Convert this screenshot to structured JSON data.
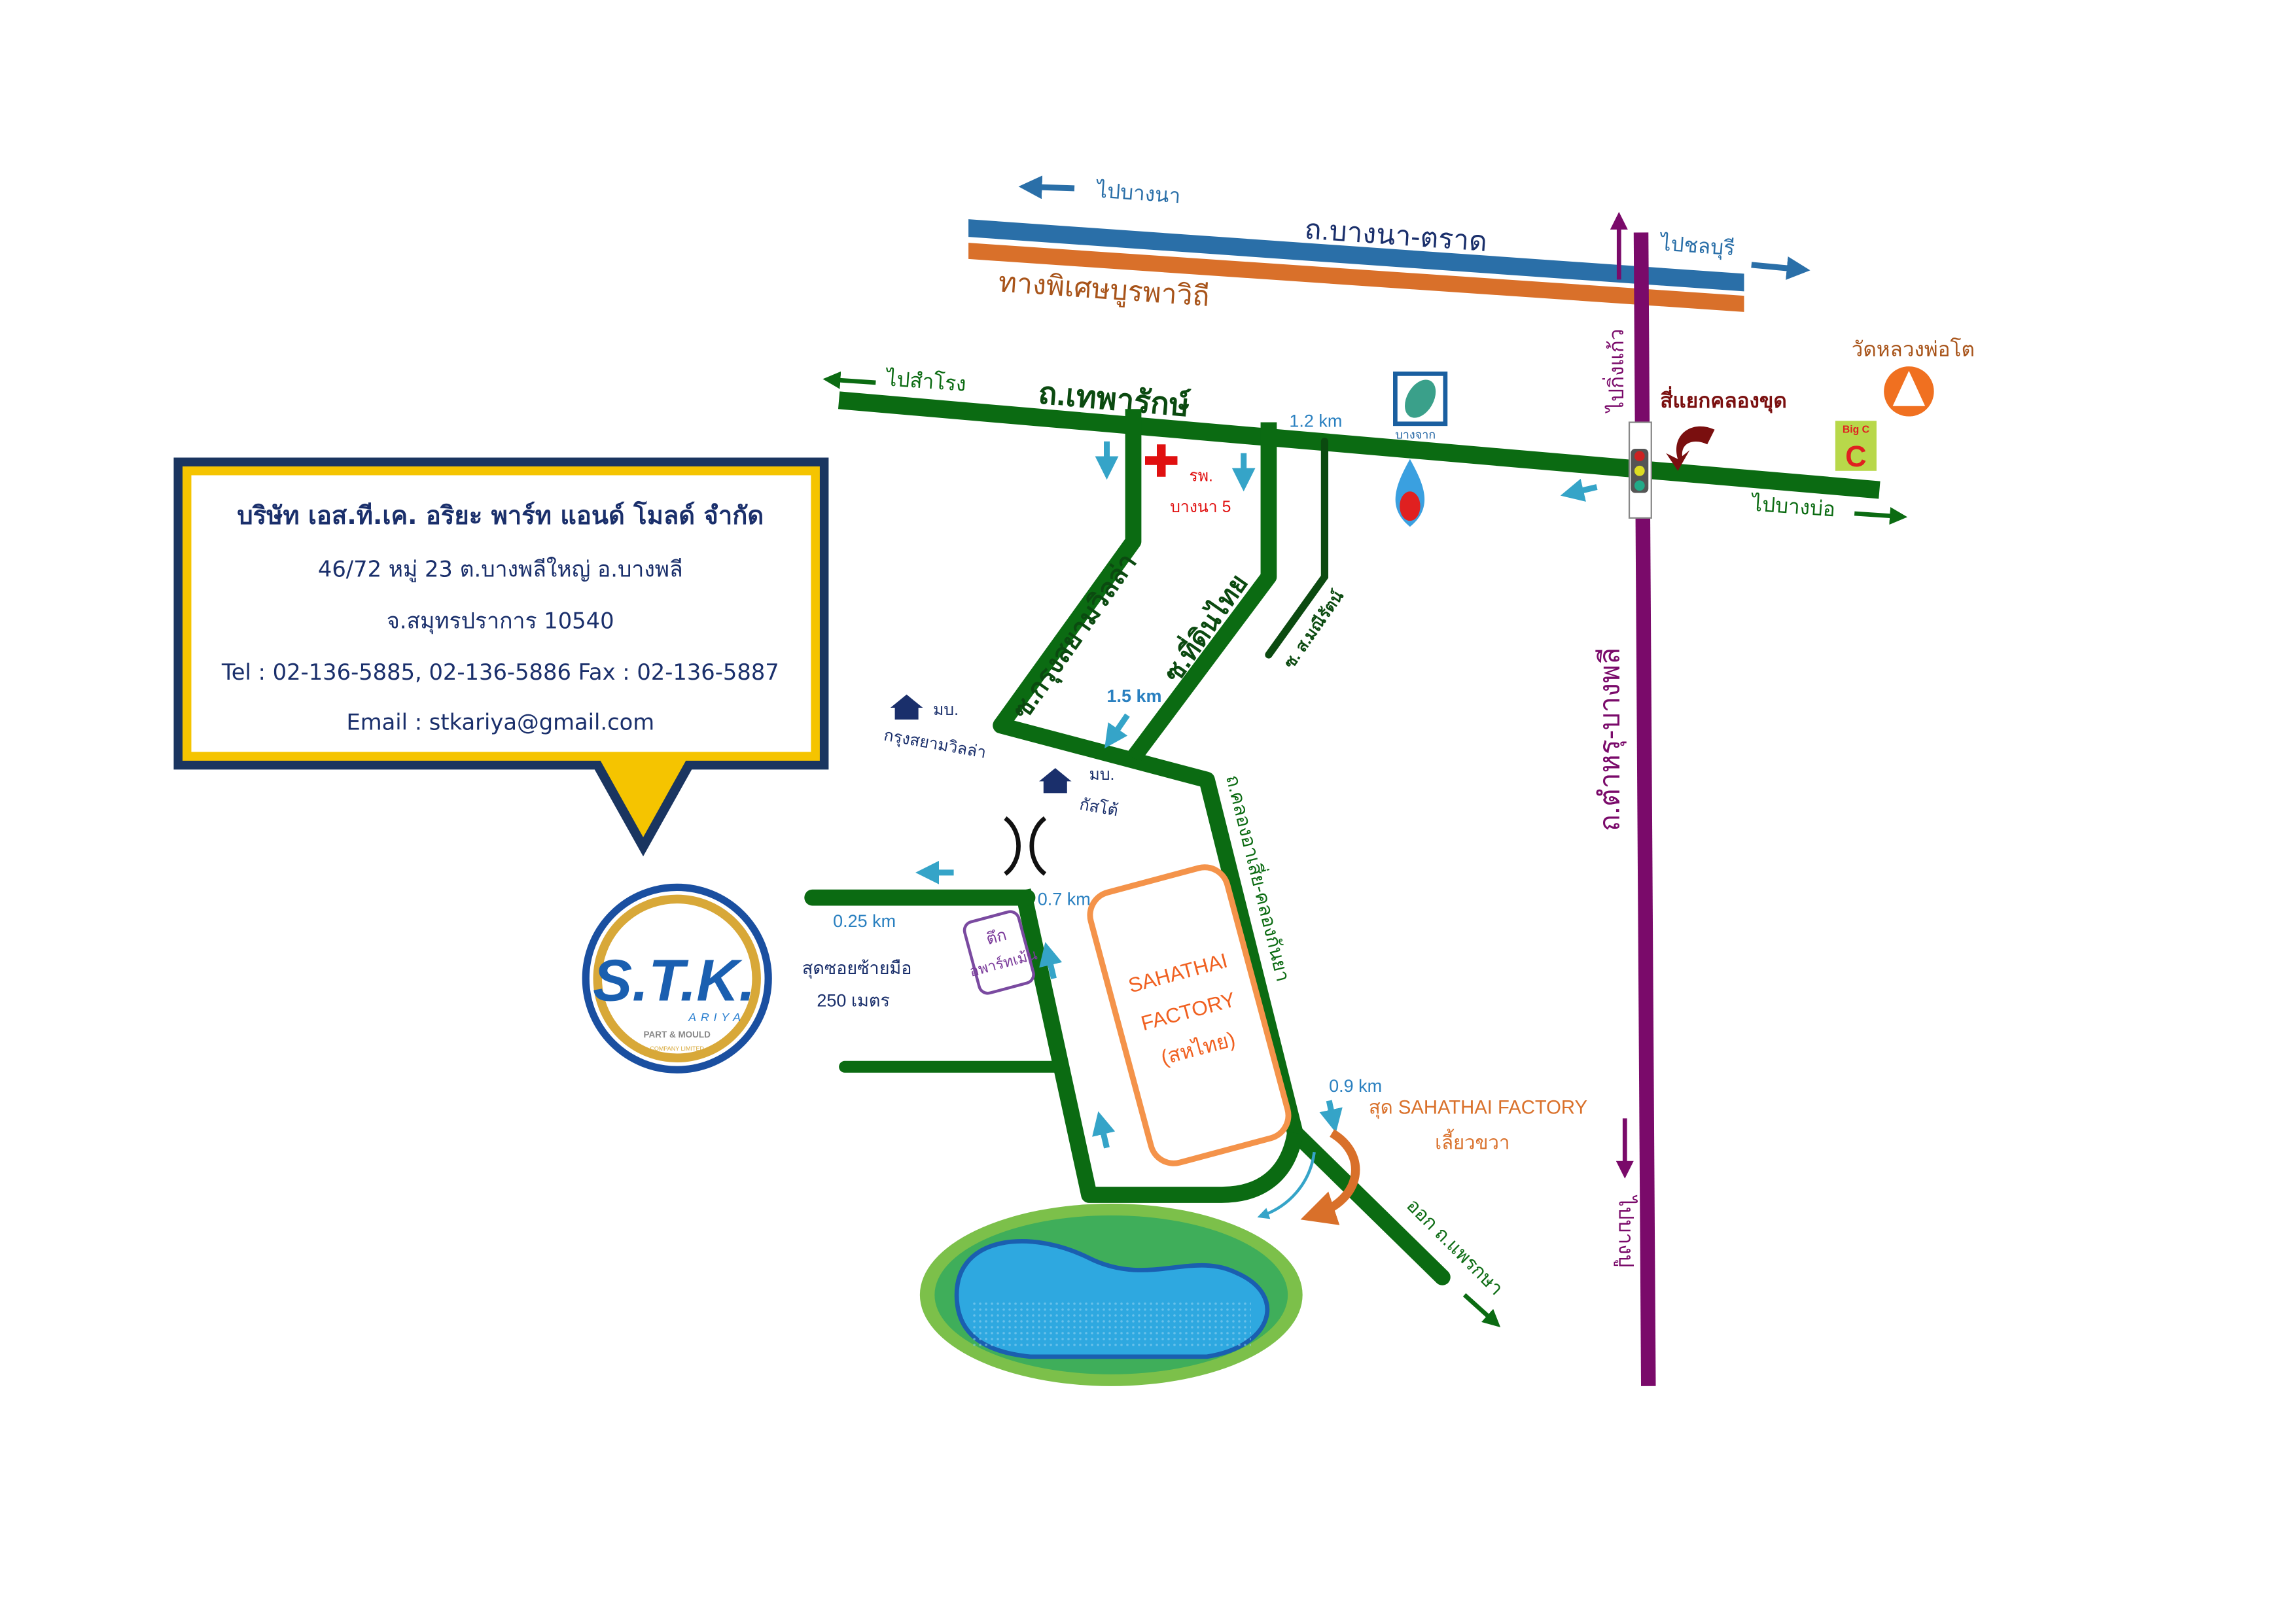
{
  "company": {
    "name": "บริษัท เอส.ที.เค. อริยะ พาร์ท แอนด์ โมลด์ จำกัด",
    "address1": "46/72 หมู่ 23  ต.บางพลีใหญ่  อ.บางพลี",
    "address2": "จ.สมุทรปราการ 10540",
    "phone": "Tel : 02-136-5885, 02-136-5886  Fax : 02-136-5887",
    "email": "Email : stkariya@gmail.com"
  },
  "logo": {
    "text": "S.T.K.",
    "sub": "ARIYA",
    "tagline": "PART & MOULD",
    "tagline2": "COMPANY LIMITED"
  },
  "roads": {
    "bangna_trad": "ถ.บางนา-ตราด",
    "burapha_withi": "ทางพิเศษบูรพาวิถี",
    "thepharak": "ถ.เทพารักษ์",
    "tamru_bangphli": "ถ.ตำหรุ-บางพลี",
    "soi_krungsiam": "ซ.กรุงสยามวิลล่า",
    "soi_thidinthai": "ซ.ที่ดินไทย",
    "soi_manirat": "ซ. ส.มณีรัตน์",
    "khlong_road": "ถ.คลองอาเสี่ย-คลองกันยา",
    "exit_phraeksa": "ออก ถ.แพรกษา"
  },
  "directions": {
    "to_bangna": "ไปบางนา",
    "to_chonburi": "ไปชลบุรี",
    "to_samrong": "ไปสำโรง",
    "to_king_kaeo": "ไปกิ่งแก้ว",
    "to_bangbo": "ไปบางบ่อ",
    "to_bangpu": "ไปบางปู"
  },
  "landmarks": {
    "intersection": "สี่แยกคลองขุด",
    "temple": "วัดหลวงพ่อโต",
    "hospital_line1": "รพ.",
    "hospital_line2": "บางนา 5",
    "bangchak": "บางจาก",
    "bigc": "Big C",
    "village1_a": "มบ.",
    "village1_b": "กรุงสยามวิลล่า",
    "village2_a": "มบ.",
    "village2_b": "กัสโต้",
    "apartment_a": "ตึก",
    "apartment_b": "อพาร์ทเม้น",
    "factory1": "SAHATHAI",
    "factory2": "FACTORY",
    "factory3": "(สหไทย)",
    "end_factory": "สุด SAHATHAI FACTORY",
    "turn_right": "เลี้ยวขวา",
    "end_soi": "สุดซอยซ้ายมือ",
    "end_soi_dist": "250 เมตร"
  },
  "distances": {
    "d1": "1.2 km",
    "d2": "1.5 km",
    "d3": "0.7 km",
    "d4": "0.25 km",
    "d5": "0.9 km"
  },
  "colors": {
    "road": "#0b6b12",
    "purple": "#7a0a6a",
    "blue": "#2a6fa8",
    "orange": "#d9702a",
    "arrow": "#35a4c8",
    "navy": "#1a2f6b",
    "gold": "#f5c400"
  }
}
